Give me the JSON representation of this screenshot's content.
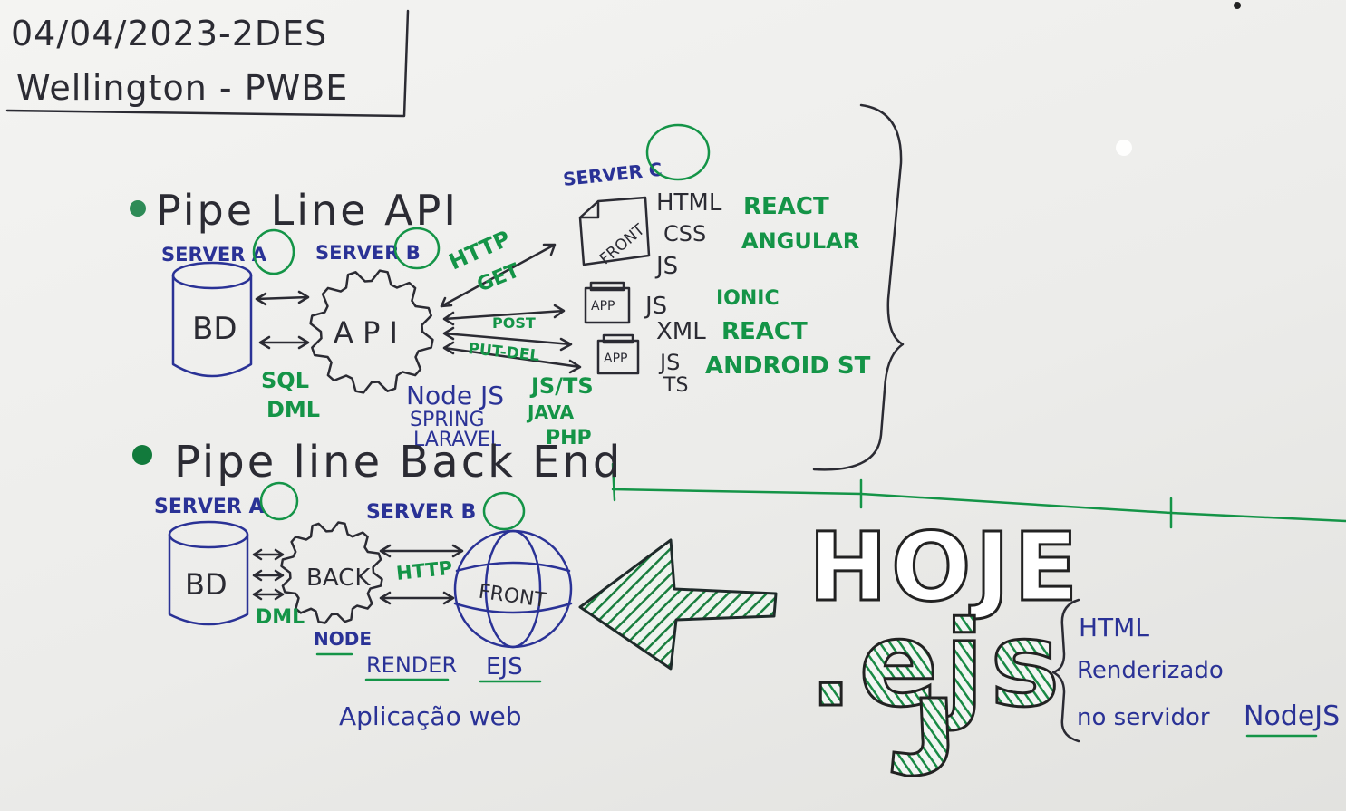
{
  "header": {
    "date_line": "04/04/2023-2DES",
    "author_line": "Wellington - PWBE"
  },
  "section1": {
    "title": "Pipe Line API",
    "server_a": "SERVER A",
    "server_b": "SERVER B",
    "server_c": "SERVER C",
    "db_label": "BD",
    "api_label": "A P I",
    "sql_label": "SQL",
    "dml_label": "DML",
    "http_label": "HTTP",
    "get_label": "GET",
    "post_label": "POST",
    "putdel_label": "PUT-DEL",
    "backend_tech": [
      "Node JS",
      "SPRING",
      "LARAVEL"
    ],
    "backend_lang": [
      "JS/TS",
      "JAVA",
      "PHP"
    ],
    "front_label": "FRONT",
    "app_label": "APP",
    "client_techs_1": [
      "HTML",
      "CSS",
      "JS"
    ],
    "client_fw_1": [
      "REACT",
      "ANGULAR"
    ],
    "client_techs_2": [
      "JS",
      "XML"
    ],
    "client_fw_2": [
      "IONIC",
      "REACT"
    ],
    "client_techs_3": [
      "JS",
      "TS"
    ],
    "client_fw_3": "ANDROID ST"
  },
  "section2": {
    "title": "Pipe line Back End",
    "server_a": "SERVER A",
    "server_b": "SERVER B",
    "db_label": "BD",
    "back_label": "BACK",
    "front_label": "FRONT",
    "http_label": "HTTP",
    "dml_label": "DML",
    "node_label": "NODE",
    "render_label": "RENDER",
    "ejs_label": "EJS",
    "caption": "Aplicação web"
  },
  "today": {
    "hoje": "HOJE",
    "ejs": ".ejs",
    "notes": [
      "HTML",
      "Renderizado",
      "no servidor",
      "NodeJS"
    ]
  },
  "colors": {
    "blue_marker": "#2a3296",
    "green_marker": "#149447",
    "black_marker": "#2b2b33"
  }
}
